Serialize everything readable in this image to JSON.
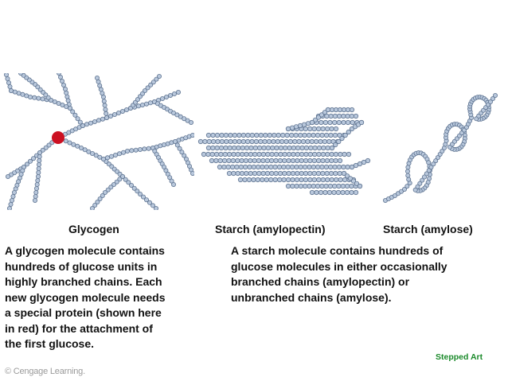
{
  "figures": [
    {
      "caption": "Glycogen"
    },
    {
      "caption": "Starch (amylopectin)"
    },
    {
      "caption": "Starch (amylose)"
    }
  ],
  "glycogen_description": [
    "A glycogen molecule contains",
    "hundreds of glucose units in",
    "highly branched chains. Each",
    "new glycogen molecule needs",
    "a special protein (shown here",
    "in red) for the attachment of",
    "the first glucose."
  ],
  "starch_description": [
    "A starch molecule contains hundreds of",
    "glucose molecules in either occasionally",
    "branched chains (amylopectin) or",
    "unbranched chains (amylose)."
  ],
  "stepped_art": "Stepped Art",
  "copyright": "© Cengage Learning.",
  "colors": {
    "bead_fill": "#b9c8dc",
    "bead_stroke": "#5e7390",
    "protein": "#cc1122",
    "stepped_art": "#1a8a2a"
  }
}
